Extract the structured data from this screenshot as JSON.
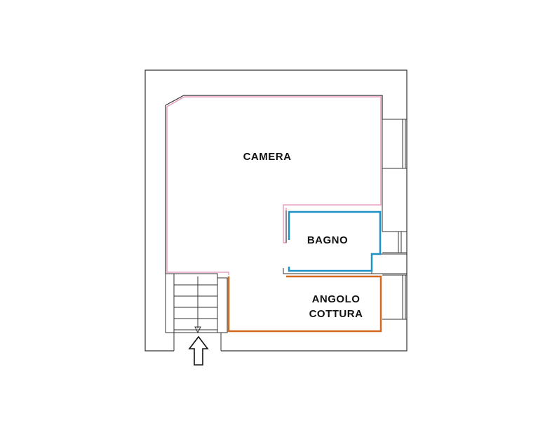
{
  "rooms": {
    "camera": {
      "label": "CAMERA",
      "outline_color": "#e8a0c0"
    },
    "bagno": {
      "label": "BAGNO",
      "outline_color": "#1e90c8"
    },
    "angolo_cottura": {
      "label_line1": "ANGOLO",
      "label_line2": "COTTURA",
      "outline_color": "#d2691e"
    }
  },
  "colors": {
    "wall": "#333333",
    "background": "#ffffff"
  },
  "icons": {
    "entrance": "entrance-arrow-icon",
    "stairs": "staircase-icon"
  }
}
